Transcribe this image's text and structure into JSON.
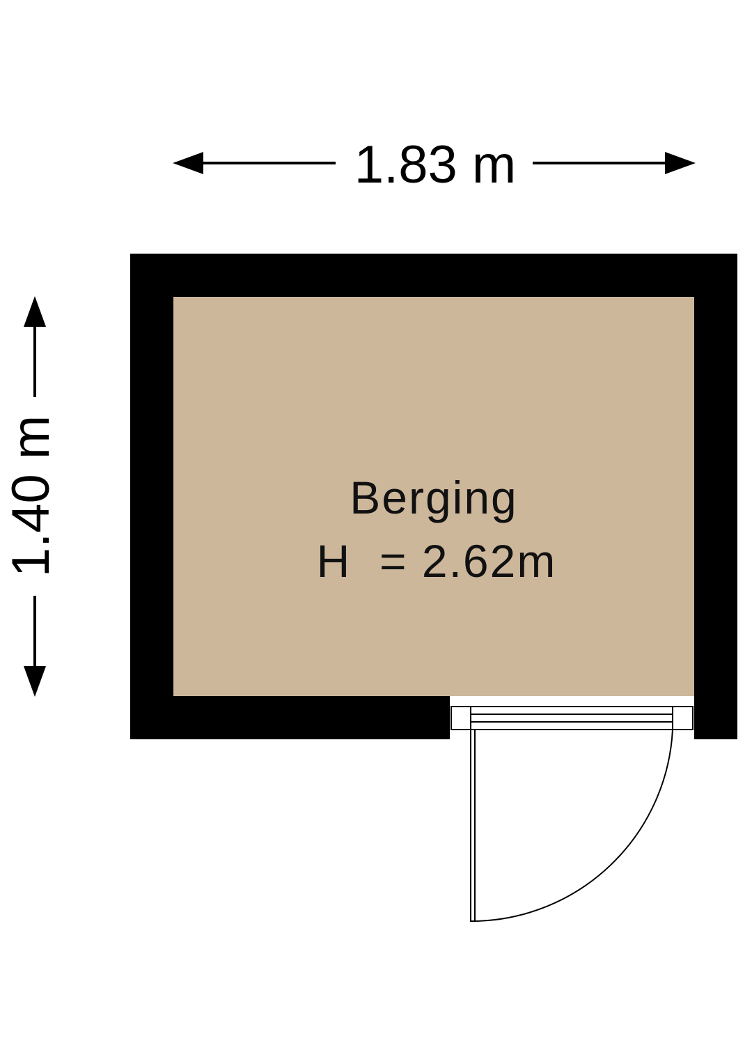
{
  "room": {
    "name": "Berging",
    "height_label": "H  = 2.62m",
    "floor_color": "#CDB79B"
  },
  "dimensions": {
    "width_label": "1.83 m",
    "depth_label": "1.40 m"
  },
  "colors": {
    "wall": "#000000",
    "background": "#FFFFFF",
    "line": "#000000"
  },
  "icons": {
    "door": "door-swing-icon",
    "arrow": "dimension-arrow-icon"
  }
}
